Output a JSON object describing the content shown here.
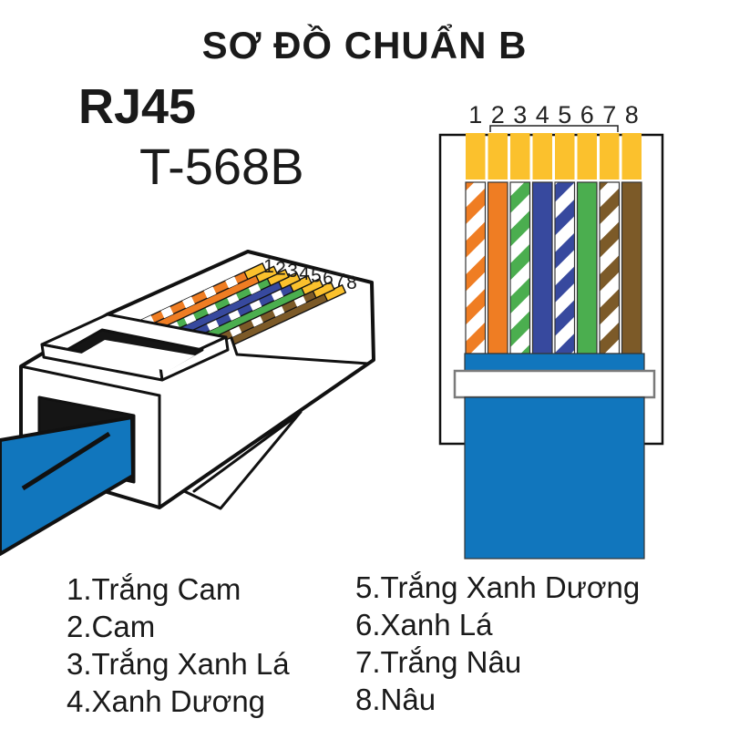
{
  "title": "SƠ ĐỒ CHUẨN B",
  "connector": {
    "name": "RJ45",
    "standard": "T-568B"
  },
  "pin_numbers": [
    "1",
    "2",
    "3",
    "4",
    "5",
    "6",
    "7",
    "8"
  ],
  "wiring": [
    {
      "pin": "1",
      "label": "Trắng Cam",
      "style": "striped-white",
      "color": "orange"
    },
    {
      "pin": "2",
      "label": "Cam",
      "style": "solid",
      "color": "orange"
    },
    {
      "pin": "3",
      "label": "Trắng Xanh Lá",
      "style": "striped-white",
      "color": "green"
    },
    {
      "pin": "4",
      "label": "Xanh Dương",
      "style": "solid",
      "color": "blue"
    },
    {
      "pin": "5",
      "label": "Trắng Xanh Dương",
      "style": "striped-white",
      "color": "blue"
    },
    {
      "pin": "6",
      "label": "Xanh Lá",
      "style": "solid",
      "color": "green"
    },
    {
      "pin": "7",
      "label": "Trắng Nâu",
      "style": "striped-white",
      "color": "brown"
    },
    {
      "pin": "8",
      "label": "Nâu",
      "style": "solid",
      "color": "brown"
    }
  ],
  "legend": {
    "left_items": [
      "1.Trắng Cam",
      "2.Cam",
      "3.Trắng Xanh Lá",
      "4.Xanh Dương"
    ],
    "right_items": [
      "5.Trắng Xanh Dương",
      "6.Xanh Lá",
      "7.Trắng Nâu",
      "8.Nâu"
    ]
  },
  "colors": {
    "gold": "#FBC12D",
    "orange": "#EF7D23",
    "green": "#4BAE4F",
    "blue": "#37499E",
    "brown": "#7C5A28",
    "cable_blue": "#1176BD",
    "outline": "#1A1A1A"
  }
}
